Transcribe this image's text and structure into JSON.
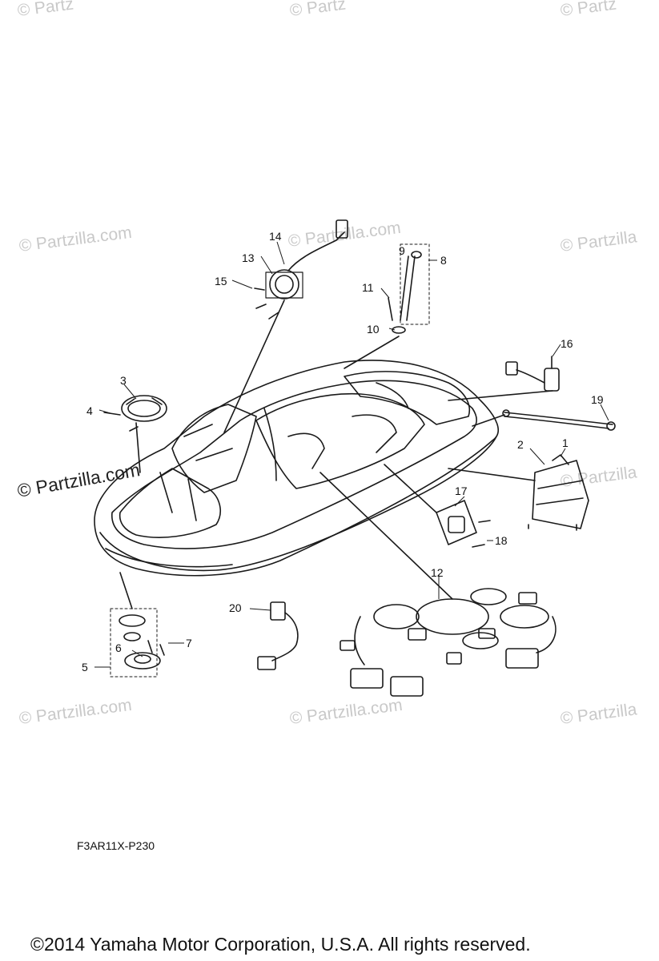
{
  "watermarks": {
    "text": "© Partzilla.com",
    "text_short": "© Partzilla",
    "text_cut": "© Partz"
  },
  "callouts": [
    "1",
    "2",
    "3",
    "4",
    "5",
    "6",
    "7",
    "8",
    "9",
    "10",
    "11",
    "12",
    "13",
    "14",
    "15",
    "16",
    "17",
    "18",
    "19",
    "20"
  ],
  "diagram_code": "F3AR11X-P230",
  "copyright": "©2014  Yamaha Motor Corporation, U.S.A. All rights reserved."
}
